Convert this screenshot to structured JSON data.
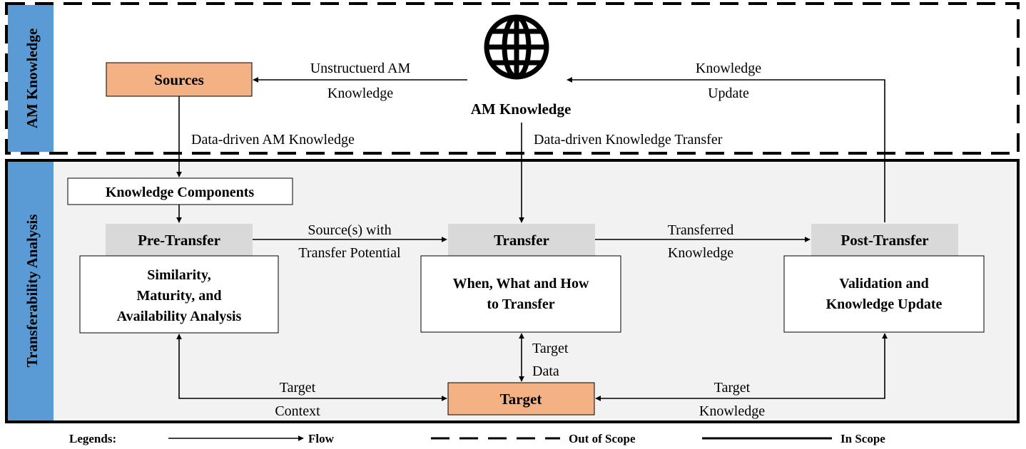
{
  "sections": {
    "am_knowledge_label": "AM Knowledge",
    "transferability_label": "Transferability Analysis"
  },
  "nodes": {
    "am_knowledge": "AM Knowledge",
    "sources": "Sources",
    "knowledge_components": "Knowledge Components",
    "pre_transfer": {
      "header": "Pre-Transfer",
      "body": [
        "Similarity,",
        "Maturity, and",
        "Availability Analysis"
      ]
    },
    "transfer": {
      "header": "Transfer",
      "body": [
        "When, What and How",
        "to Transfer"
      ]
    },
    "post_transfer": {
      "header": "Post-Transfer",
      "body": [
        "Validation and",
        "Knowledge Update"
      ]
    },
    "target": "Target"
  },
  "edge_labels": {
    "unstructured": [
      "Unstructuerd AM",
      "Knowledge"
    ],
    "knowledge_update": [
      "Knowledge",
      "Update"
    ],
    "data_driven_am": "Data-driven AM Knowledge",
    "data_driven_transfer": "Data-driven Knowledge Transfer",
    "source_potential": [
      "Source(s) with",
      "Transfer Potential"
    ],
    "transferred": [
      "Transferred",
      "Knowledge"
    ],
    "target_data": [
      "Target",
      "Data"
    ],
    "target_context": [
      "Target",
      "Context"
    ],
    "target_knowledge": [
      "Target",
      "Knowledge"
    ]
  },
  "legend": {
    "title": "Legends:",
    "flow": "Flow",
    "out_of_scope": "Out of Scope",
    "in_scope": "In Scope"
  },
  "colors": {
    "side_label_bg": "#5b9bd5",
    "orange_node": "#f4b183",
    "header_gray": "#d9d9d9",
    "panel_bg": "#f2f2f2",
    "text": "#000000"
  }
}
